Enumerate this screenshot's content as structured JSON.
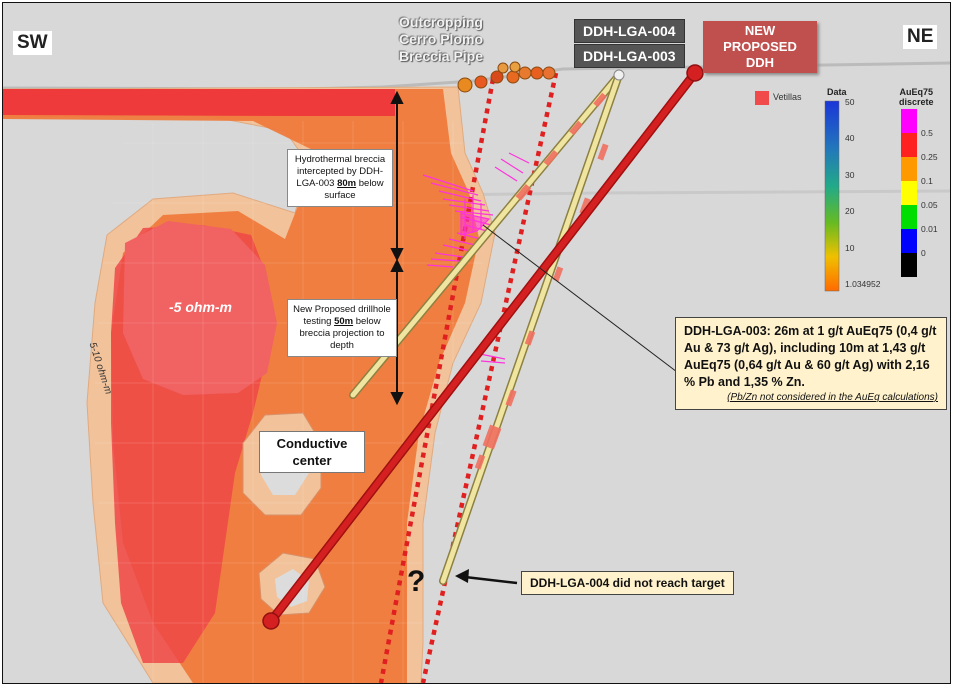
{
  "directions": {
    "left": "SW",
    "right": "NE"
  },
  "outcrop_label": [
    "Outcropping",
    "Cerro Plomo",
    "Breccia Pipe"
  ],
  "holes": {
    "hole_004": "DDH-LGA-004",
    "hole_003": "DDH-LGA-003"
  },
  "new_ddh_label": [
    "NEW",
    "PROPOSED DDH"
  ],
  "note_breccia": {
    "pre": "Hydrothermal breccia intercepted by DDH-LGA-003 ",
    "underline": "80m",
    "post": " below surface"
  },
  "note_proposed": {
    "pre": "New Proposed drillhole testing ",
    "underline": "50m",
    "post": " below breccia projection to depth"
  },
  "resistivity_inner": "-5 ohm-m",
  "resistivity_outer": "5-10 ohm-m",
  "conductive_center": [
    "Conductive",
    "center"
  ],
  "question_mark": "?",
  "callout": {
    "text": "DDH-LGA-003: 26m at 1 g/t AuEq75 (0,4 g/t Au & 73 g/t Ag), including 10m at 1,43 g/t AuEq75 (0,64 g/t Au & 60 g/t Ag) with 2,16 % Pb and 1,35 % Zn.",
    "footnote": "(Pb/Zn not considered in the AuEq calculations)"
  },
  "miss_label": "DDH-LGA-004 did not reach target",
  "legend_vetillas": {
    "label": "Vetillas",
    "color": "#f04a4a"
  },
  "legend_data": {
    "title": "Data",
    "ticks": [
      "50",
      "40",
      "30",
      "20",
      "10",
      "1.034952"
    ]
  },
  "legend_discrete": {
    "title": [
      "AuEq75",
      "discrete"
    ],
    "ticks": [
      "0.5",
      "0.25",
      "0.1",
      "0.05",
      "0.01",
      "0"
    ],
    "colors": [
      "#ff00ff",
      "#ff2020",
      "#ff9900",
      "#ffff00",
      "#00dd00",
      "#0000ff",
      "#000000"
    ]
  },
  "colors": {
    "background": "#d8d8d8",
    "outer_body": "#f2c29a",
    "middle_body": "#f0783a",
    "inner_body": "#ee4848",
    "core": "#f05a5a",
    "proposed_hole": "#d42020",
    "existing_hole": "#e8d890",
    "breccia_outline": "#e02020",
    "assay_magenta": "#ff33dd"
  }
}
